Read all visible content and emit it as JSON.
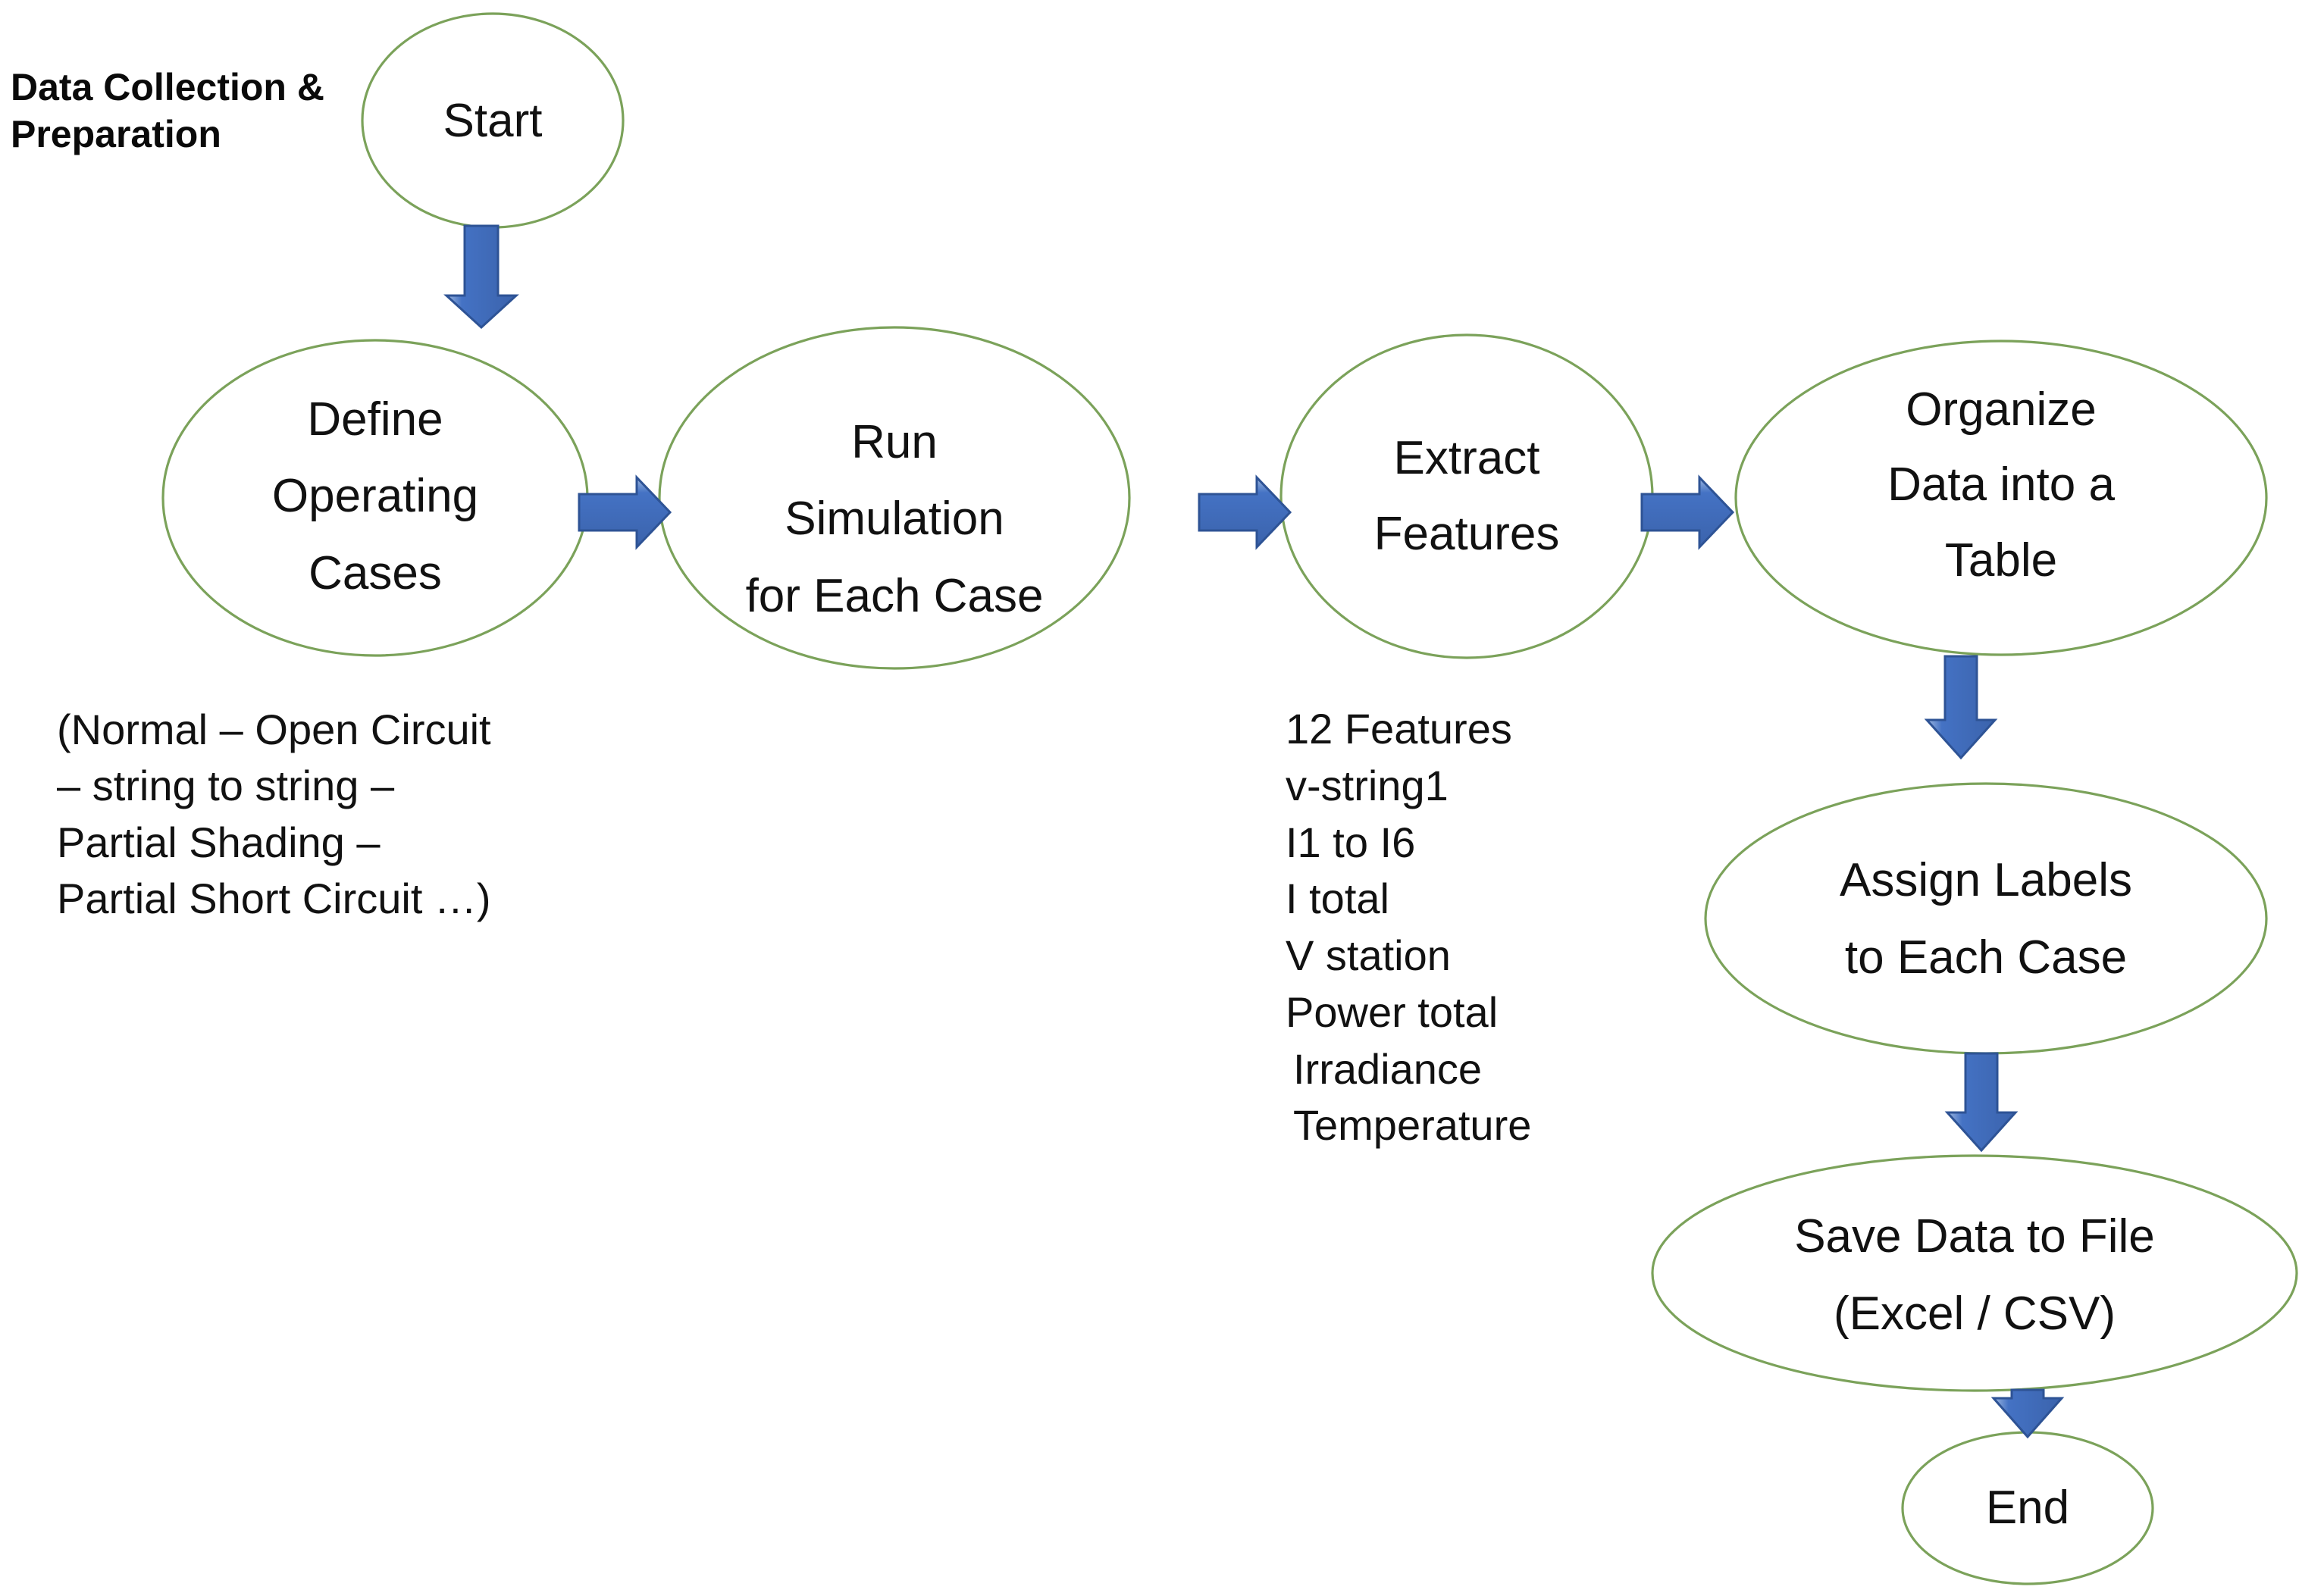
{
  "diagram": {
    "title_lines": [
      "Data Collection &",
      "Preparation"
    ],
    "colors": {
      "ellipse_stroke": "#7BA25A",
      "ellipse_fill": "#FFFFFF",
      "arrow_fill": "#4472C4",
      "arrow_stroke": "#2E5395",
      "text": "#111111"
    },
    "nodes": [
      {
        "id": "start",
        "lines": [
          "Start"
        ]
      },
      {
        "id": "define",
        "lines": [
          "Define",
          "Operating",
          "Cases"
        ]
      },
      {
        "id": "run",
        "lines": [
          "Run",
          "Simulation",
          "for Each Case"
        ]
      },
      {
        "id": "extract",
        "lines": [
          "Extract",
          "Features"
        ]
      },
      {
        "id": "organize",
        "lines": [
          "Organize",
          "Data into a",
          "Table"
        ]
      },
      {
        "id": "assign",
        "lines": [
          "Assign Labels",
          "to Each Case"
        ]
      },
      {
        "id": "save",
        "lines": [
          "Save Data to File",
          "(Excel / CSV)"
        ]
      },
      {
        "id": "end",
        "lines": [
          "End"
        ]
      }
    ],
    "annotations": {
      "cases_note": [
        "(Normal – Open Circuit",
        "– string to string –",
        "Partial Shading –",
        "Partial Short Circuit …)"
      ],
      "features_note": [
        "12 Features",
        "v-string1",
        "I1 to I6",
        "I total",
        "V station",
        "Power total",
        "Irradiance",
        "Temperature"
      ]
    },
    "edges": [
      {
        "from": "start",
        "to": "define",
        "direction": "down"
      },
      {
        "from": "define",
        "to": "run",
        "direction": "right"
      },
      {
        "from": "run",
        "to": "extract",
        "direction": "right"
      },
      {
        "from": "extract",
        "to": "organize",
        "direction": "right"
      },
      {
        "from": "organize",
        "to": "assign",
        "direction": "down"
      },
      {
        "from": "assign",
        "to": "save",
        "direction": "down"
      },
      {
        "from": "save",
        "to": "end",
        "direction": "down"
      }
    ]
  }
}
